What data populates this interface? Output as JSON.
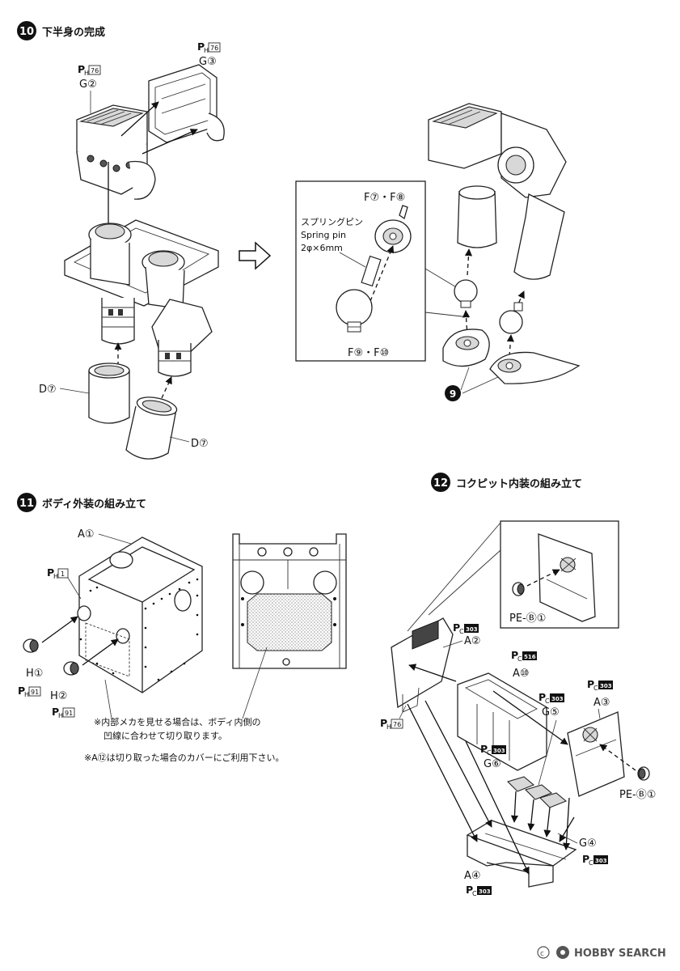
{
  "step10": {
    "num": "10",
    "title": "下半身の完成"
  },
  "step11": {
    "num": "11",
    "title": "ボディ外装の組み立て"
  },
  "step12": {
    "num": "12",
    "title": "コクピット内装の組み立て"
  },
  "labels10": {
    "ph76": "76",
    "g3": "G③",
    "g2": "G②",
    "d7": "D⑦",
    "f78": "F⑦・F⑧",
    "f910": "F⑨・F⑩",
    "spring_jp": "スプリングピン",
    "spring_en": "Spring pin",
    "spring_size": "2φ×6mm",
    "sub9": "9"
  },
  "labels11": {
    "a1": "A①",
    "ph1": "1",
    "h1": "H①",
    "h2": "H②",
    "ph91": "91",
    "note1_a": "※内部メカを見せる場合は、ボディ内側の",
    "note1_b": "凹線に合わせて切り取ります。",
    "note2": "※A⑫は切り取った場合のカバーにご利用下さい。"
  },
  "labels12": {
    "pe_b1": "PE-Ⓑ①",
    "pc303": "303",
    "pc516": "516",
    "a2": "A②",
    "a3": "A③",
    "a4": "A④",
    "a10": "A⑩",
    "g4": "G④",
    "g5": "G⑤",
    "g6": "G⑥",
    "ph76": "76"
  },
  "ph_prefix": "P",
  "ph_sub": "H",
  "pc_sub": "C",
  "watermark": {
    "brand": "HOBBY SEARCH"
  }
}
